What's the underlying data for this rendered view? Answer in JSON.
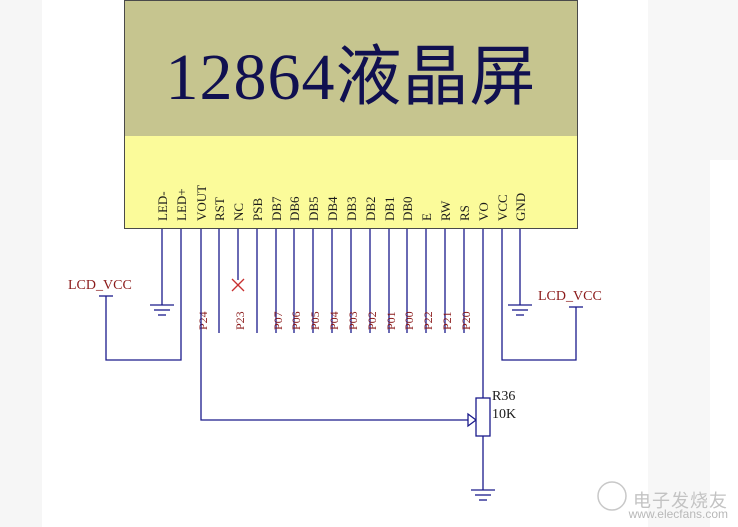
{
  "lcd": {
    "title": "12864液晶屏",
    "pins": [
      "LED-",
      "LED+",
      "VOUT",
      "RST",
      "NC",
      "PSB",
      "DB7",
      "DB6",
      "DB5",
      "DB4",
      "DB3",
      "DB2",
      "DB1",
      "DB0",
      "E",
      "RW",
      "RS",
      "VO",
      "VCC",
      "GND"
    ]
  },
  "ports": [
    {
      "pin": "VOUT",
      "label": "P24"
    },
    {
      "pin": "NC",
      "label": "P23"
    },
    {
      "pin": "DB7",
      "label": "P07"
    },
    {
      "pin": "DB6",
      "label": "P06"
    },
    {
      "pin": "DB5",
      "label": "P05"
    },
    {
      "pin": "DB4",
      "label": "P04"
    },
    {
      "pin": "DB3",
      "label": "P03"
    },
    {
      "pin": "DB2",
      "label": "P02"
    },
    {
      "pin": "DB1",
      "label": "P01"
    },
    {
      "pin": "DB0",
      "label": "P00"
    },
    {
      "pin": "E",
      "label": "P22"
    },
    {
      "pin": "RW",
      "label": "P21"
    },
    {
      "pin": "RS",
      "label": "P20"
    }
  ],
  "nets": {
    "left_vcc": "LCD_VCC",
    "right_vcc": "LCD_VCC"
  },
  "resistor": {
    "ref": "R36",
    "value": "10K"
  },
  "watermark": {
    "title": "电子发烧友",
    "url": "www.elecfans.com"
  },
  "colors": {
    "lcd_display": "#c6c58f",
    "lcd_body": "#fbfb9a",
    "wire": "#1a1a8b",
    "net_label": "#8b1a1a"
  }
}
